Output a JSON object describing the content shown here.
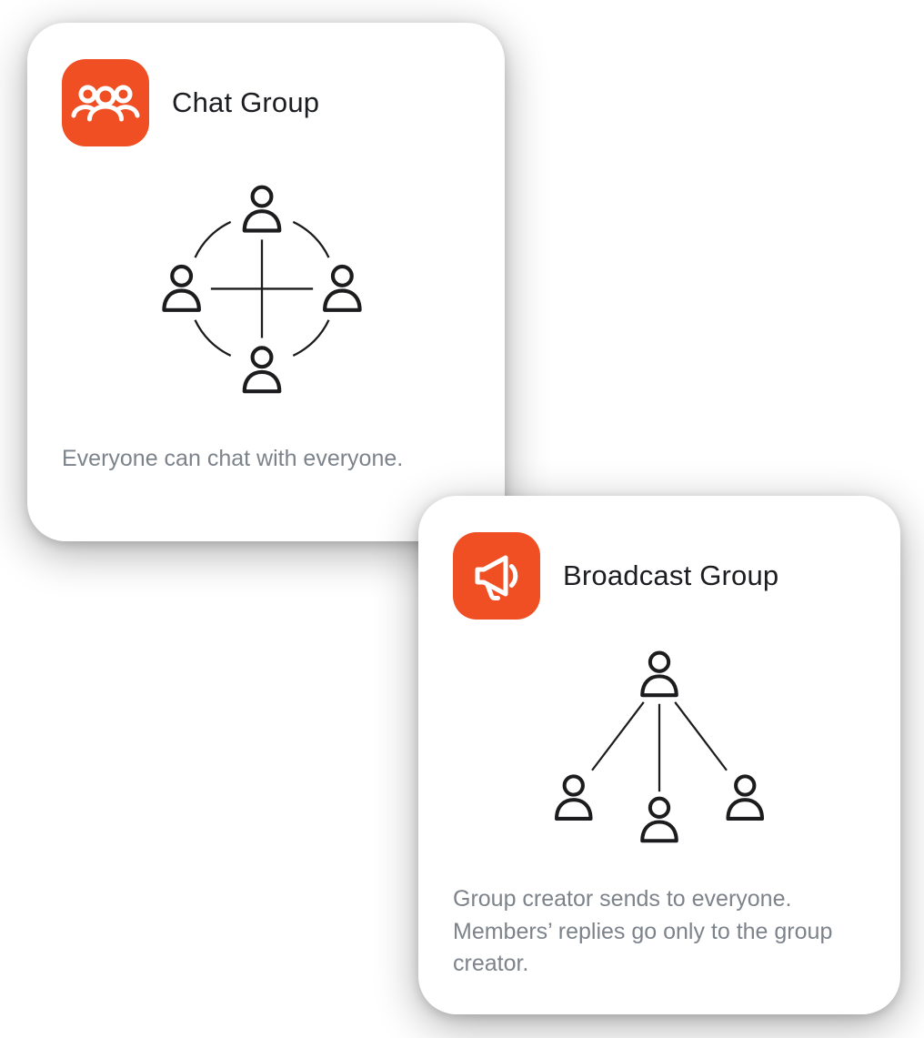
{
  "accent_color": "#F04E23",
  "text_color": "#1B1D20",
  "muted_text_color": "#7D838B",
  "cards": [
    {
      "title": "Chat Group",
      "icon": "three-people-group-icon",
      "diagram": "four people connected in a mesh: everyone linked to everyone",
      "description": "Everyone can chat with everyone."
    },
    {
      "title": "Broadcast Group",
      "icon": "megaphone-icon",
      "diagram": "one sender on top connected by lines to three receivers below",
      "description": "Group creator sends to everyone. Members’ replies go only to the group creator."
    }
  ]
}
